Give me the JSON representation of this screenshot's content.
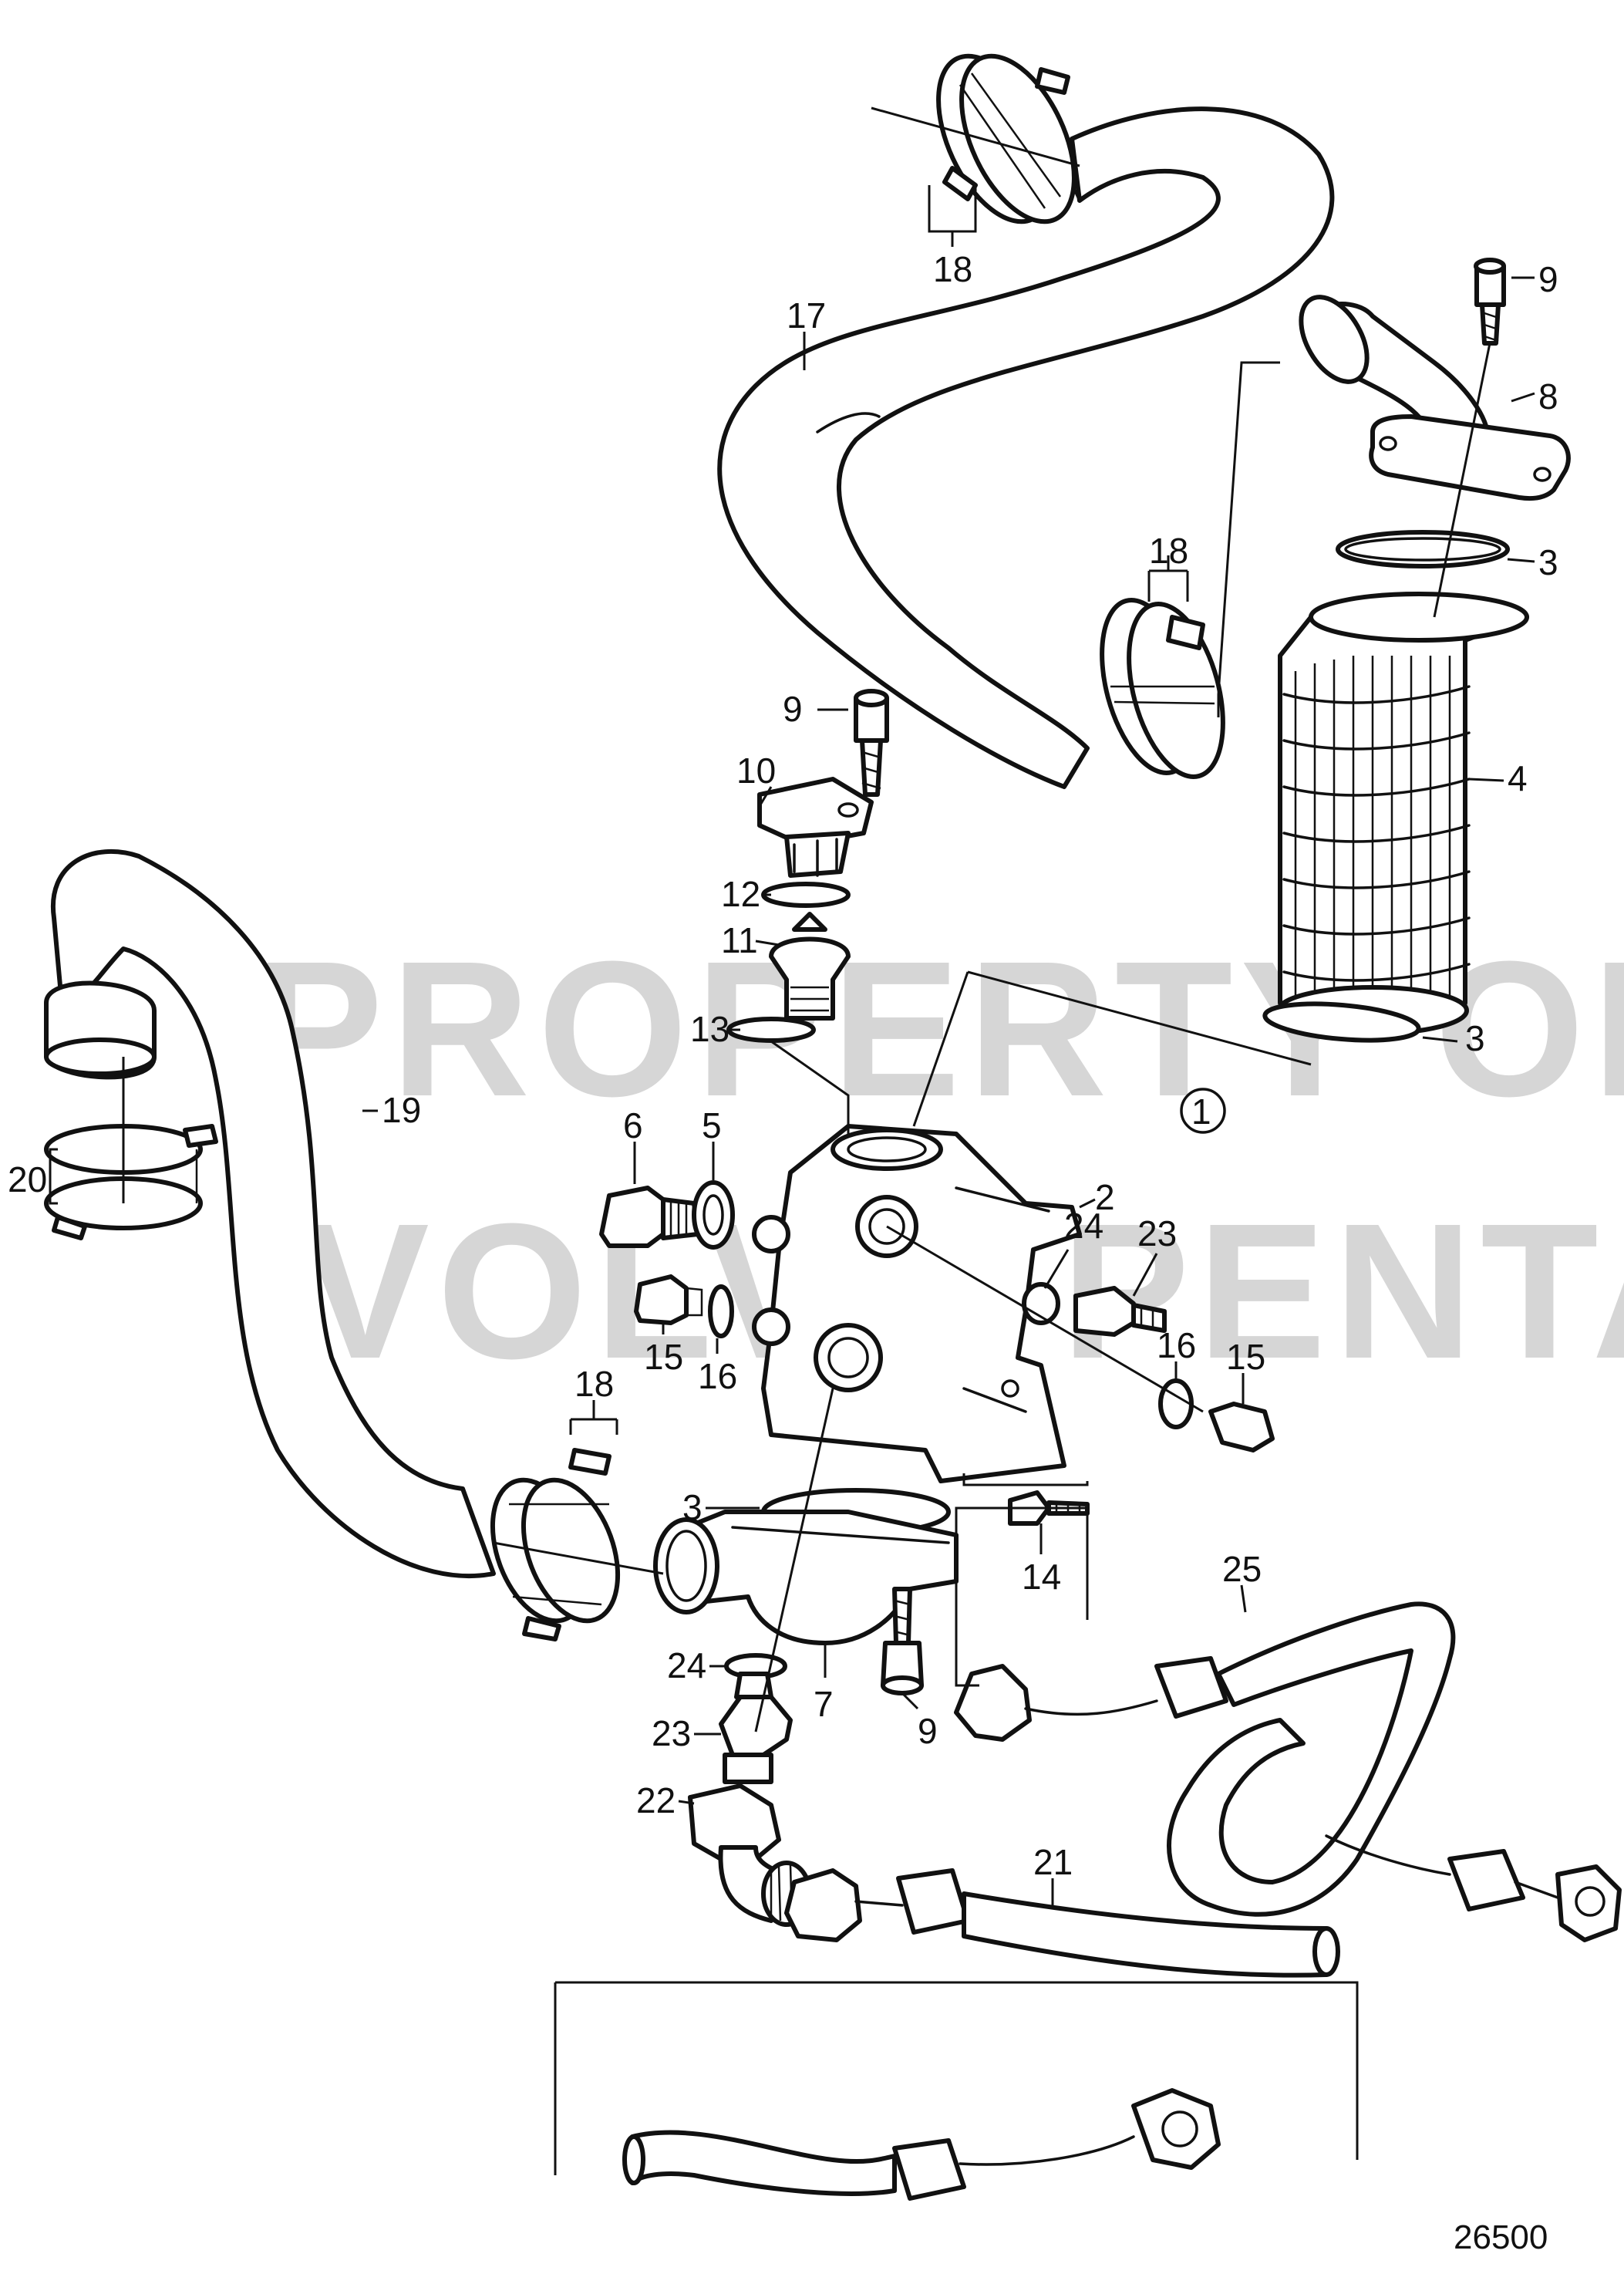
{
  "watermark": {
    "line1": "PROPERTY OF",
    "line2": "VOLVO PENTA"
  },
  "figure_number": "26500",
  "callouts": {
    "c1": "1",
    "c2": "2",
    "c3a": "3",
    "c3b": "3",
    "c3c": "3",
    "c4": "4",
    "c5": "5",
    "c6": "6",
    "c7": "7",
    "c8": "8",
    "c9a": "9",
    "c9b": "9",
    "c9c": "9",
    "c10": "10",
    "c11": "11",
    "c12": "12",
    "c13": "13",
    "c14": "14",
    "c15a": "15",
    "c15b": "15",
    "c16a": "16",
    "c16b": "16",
    "c17": "17",
    "c18a": "18",
    "c18b": "18",
    "c18c": "18",
    "c19": "19",
    "c20": "20",
    "c21": "21",
    "c22": "22",
    "c23a": "23",
    "c23b": "23",
    "c24a": "24",
    "c24b": "24",
    "c25": "25"
  }
}
